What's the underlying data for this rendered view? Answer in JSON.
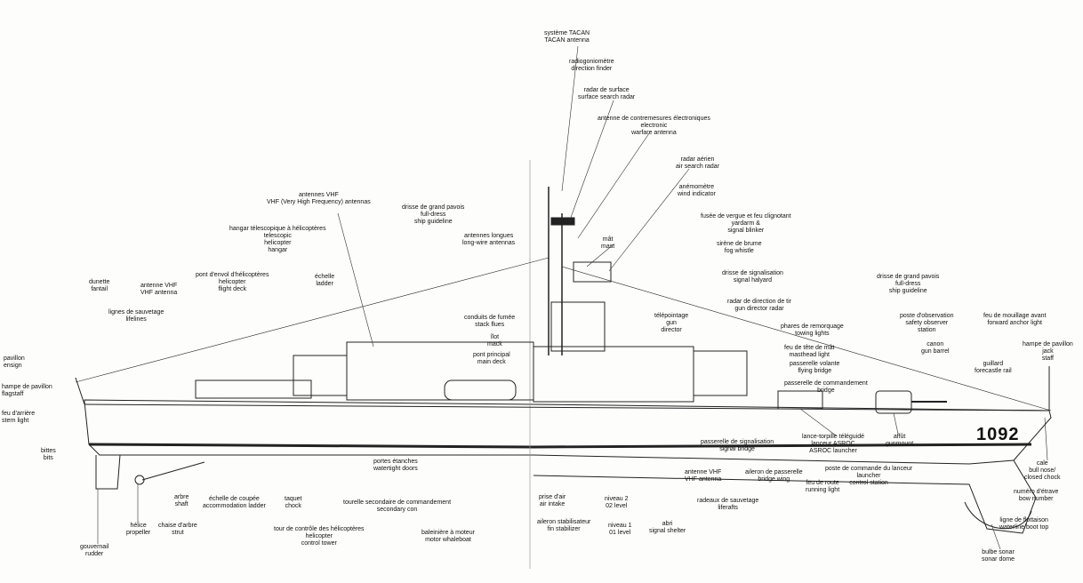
{
  "hull_number": "1092",
  "labels": [
    {
      "id": "tacan",
      "fr": "système TACAN",
      "en": "TACAN antenna"
    },
    {
      "id": "radiogonio",
      "fr": "radiogoniomètre",
      "en": "direction finder"
    },
    {
      "id": "surface_radar",
      "fr": "radar de surface",
      "en": "surface search radar"
    },
    {
      "id": "ecm",
      "fr": "antenne de contremesures électroniques",
      "en": "electronic",
      "en2": "warfare antenna"
    },
    {
      "id": "air_radar",
      "fr": "radar aérien",
      "en": "air search radar"
    },
    {
      "id": "anemometre",
      "fr": "anémomètre",
      "en": "wind indicator"
    },
    {
      "id": "yard_signal",
      "fr": "fusée de vergue et feu clignotant",
      "en": "yardarm &",
      "en2": "signal blinker"
    },
    {
      "id": "siren",
      "fr": "sirène de brume",
      "en": "fog whistle"
    },
    {
      "id": "halyard",
      "fr": "drisse de signalisation",
      "en": "signal halyard"
    },
    {
      "id": "gun_director_radar",
      "fr": "radar de direction de tir",
      "en": "gun director radar"
    },
    {
      "id": "telepointage",
      "fr": "télépointage",
      "en": "gun",
      "en2": "director"
    },
    {
      "id": "towing_lights",
      "fr": "phares de remorquage",
      "en": "towing lights"
    },
    {
      "id": "masthead",
      "fr": "feu de tête de mât",
      "en": "masthead light"
    },
    {
      "id": "flying_bridge",
      "fr": "passerelle volante",
      "en": "flying bridge"
    },
    {
      "id": "bridge",
      "fr": "passerelle de commandement",
      "en": "bridge"
    },
    {
      "id": "dressing_fwd",
      "fr": "drisse de grand pavois",
      "en": "full-dress",
      "en2": "ship guideline"
    },
    {
      "id": "lookout",
      "fr": "poste d'observation",
      "en": "safety observer",
      "en2": "station"
    },
    {
      "id": "gun_barrel",
      "fr": "canon",
      "en": "gun barrel"
    },
    {
      "id": "forecastle",
      "fr": "guillard",
      "en": "forecastle rail"
    },
    {
      "id": "anchor_light",
      "fr": "feu de mouillage avant",
      "en": "forward anchor light"
    },
    {
      "id": "jack_staff",
      "fr": "hampe de pavillon",
      "en": "jack",
      "en2": "staff"
    },
    {
      "id": "mast",
      "fr": "mât",
      "en": "mast"
    },
    {
      "id": "wire_antennas",
      "fr": "antennes longues",
      "en": "long-wire antennas"
    },
    {
      "id": "dressing_aft",
      "fr": "drisse de grand pavois",
      "en": "full-dress",
      "en2": "ship guideline"
    },
    {
      "id": "vhf_top",
      "fr": "antennes VHF",
      "en": "VHF (Very High Frequency) antennas"
    },
    {
      "id": "hangar",
      "fr": "hangar télescopique à hélicoptères",
      "en": "telescopic",
      "en2": "helicopter",
      "en3": "hangar"
    },
    {
      "id": "flight_deck",
      "fr": "pont d'envol d'hélicoptères",
      "en": "helicopter",
      "en2": "flight deck"
    },
    {
      "id": "echelle",
      "fr": "échelle",
      "en": "ladder"
    },
    {
      "id": "stack",
      "fr": "conduits de fumée",
      "en": "stack flues"
    },
    {
      "id": "ilot",
      "fr": "îlot",
      "en": "mack"
    },
    {
      "id": "main_deck",
      "fr": "pont principal",
      "en": "main deck"
    },
    {
      "id": "dunette",
      "fr": "dunette",
      "en": "fantail"
    },
    {
      "id": "vhf_aft",
      "fr": "antenne VHF",
      "en": "VHF antenna"
    },
    {
      "id": "lifelines",
      "fr": "lignes de sauvetage",
      "en": "lifelines"
    },
    {
      "id": "ensign",
      "fr": "pavillon",
      "en": "ensign"
    },
    {
      "id": "flagstaff",
      "fr": "hampe de pavillon",
      "en": "flagstaff"
    },
    {
      "id": "stern_light",
      "fr": "feu d'arrière",
      "en": "stern light"
    },
    {
      "id": "bitts",
      "fr": "bittes",
      "en": "bits"
    },
    {
      "id": "rudder",
      "fr": "gouvernail",
      "en": "rudder"
    },
    {
      "id": "propeller",
      "fr": "hélice",
      "en": "propeller"
    },
    {
      "id": "strut",
      "fr": "chaise d'arbre",
      "en": "strut"
    },
    {
      "id": "shaft",
      "fr": "arbre",
      "en": "shaft"
    },
    {
      "id": "accom_ladder",
      "fr": "échelle de coupée",
      "en": "accommodation ladder"
    },
    {
      "id": "chock",
      "fr": "taquet",
      "en": "chock"
    },
    {
      "id": "control_tower",
      "fr": "tour de contrôle des hélicoptères",
      "en": "helicopter",
      "en2": "control tower"
    },
    {
      "id": "secondary_con",
      "fr": "tourelle secondaire de commandement",
      "en": "secondary con"
    },
    {
      "id": "watertight",
      "fr": "portes étanches",
      "en": "watertight doors"
    },
    {
      "id": "whaleboat",
      "fr": "baleinière à moteur",
      "en": "motor whaleboat"
    },
    {
      "id": "air_intake",
      "fr": "prise d'air",
      "en": "air intake"
    },
    {
      "id": "fin",
      "fr": "aileron stabilisateur",
      "en": "fin stabilizer"
    },
    {
      "id": "level2",
      "fr": "niveau 2",
      "en": "02 level"
    },
    {
      "id": "level1",
      "fr": "niveau 1",
      "en": "01 level"
    },
    {
      "id": "shelter",
      "fr": "abri",
      "en": "signal shelter"
    },
    {
      "id": "life_rafts",
      "fr": "radeaux de sauvetage",
      "en": "liferafts"
    },
    {
      "id": "vhf_mid",
      "fr": "antenne VHF",
      "en": "VHF antenna"
    },
    {
      "id": "signal_bridge",
      "fr": "passerelle de signalisation",
      "en": "signal bridge"
    },
    {
      "id": "bridge_wing",
      "fr": "aileron de passerelle",
      "en": "bridge wing"
    },
    {
      "id": "running_light",
      "fr": "feu de route",
      "en": "running light"
    },
    {
      "id": "asroc_station",
      "fr": "poste de commande du lanceur",
      "en": "launcher",
      "en2": "control station"
    },
    {
      "id": "asroc",
      "fr": "lance-torpille téléguidé",
      "en": "lanceur ASROC",
      "en2": "ASROC launcher"
    },
    {
      "id": "gunmount",
      "fr": "affût",
      "en": "gunmount"
    },
    {
      "id": "bull_nose",
      "fr": "cale",
      "en": "bull nose/",
      "en2": "closed chock"
    },
    {
      "id": "bow_number",
      "fr": "numéro d'étrave",
      "en": "bow number"
    },
    {
      "id": "waterline",
      "fr": "ligne de flottaison",
      "en": "waterline/boot top"
    },
    {
      "id": "sonar",
      "fr": "bulbe sonar",
      "en": "sonar dome"
    }
  ]
}
